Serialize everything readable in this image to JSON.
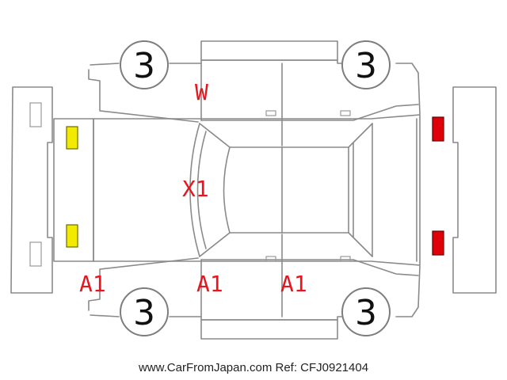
{
  "diagram": {
    "wheels": {
      "front_left": "3",
      "front_right": "3",
      "rear_left": "3",
      "rear_right": "3"
    },
    "marks": {
      "w_upper": "W",
      "x1_windshield": "X1",
      "a1_front_bumper": "A1",
      "a1_front_door": "A1",
      "a1_rear_door": "A1"
    },
    "lamp_colors": {
      "front": "#f2ea00",
      "rear": "#e0000a",
      "marks": "#e8141e"
    }
  },
  "footer": {
    "text": "www.CarFromJapan.com Ref: CFJ0921404"
  }
}
